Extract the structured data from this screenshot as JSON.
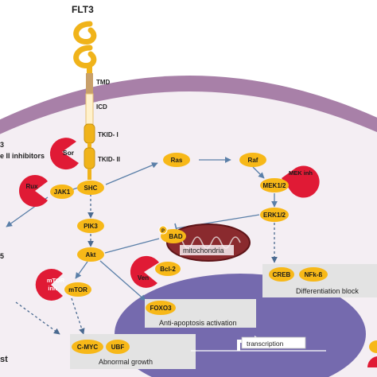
{
  "receptor": {
    "name": "FLT3",
    "domains": [
      "TMD",
      "ICD",
      "TKID- I",
      "TKID- II"
    ]
  },
  "side_labels": {
    "type2_line1": "3",
    "type2_line2": "e II inhibitors",
    "left_edge": "5",
    "left_bottom": "st"
  },
  "inhibitors": {
    "sor": "Sor",
    "rux": "Rux",
    "mek": "MEK inh",
    "mtor_line1": "mTOR",
    "mtor_line2": "inh",
    "ven": "Ven"
  },
  "nodes": {
    "jak1": "JAK1",
    "shc": "SHC",
    "ras": "Ras",
    "raf": "Raf",
    "mek12": "MEK1/2",
    "erk12": "ERK1/2",
    "pik3": "PIK3",
    "akt": "Akt",
    "mtor": "mTOR",
    "bad": "BAD",
    "bad_p": "P",
    "bcl2": "Bcl-2",
    "creb": "CREB",
    "nfkb": "NFk-ß",
    "foxo3": "FOXO3",
    "cmyc": "C-MYC",
    "ubf": "UBF"
  },
  "labels": {
    "mitochondria": "mitochondria",
    "anti_apoptosis": "Anti-apoptosis activation",
    "differentiation": "Differentiation block",
    "abnormal_growth": "Abnormal growth",
    "transcription": "transcription"
  },
  "colors": {
    "membrane": "#a880a8",
    "cytoplasm": "#f4eef3",
    "nucleus": "#756aae",
    "node": "#f7b818",
    "inhibitor": "#e01a35",
    "arrow": "#5a7fa8",
    "box": "#e3e3e3"
  }
}
